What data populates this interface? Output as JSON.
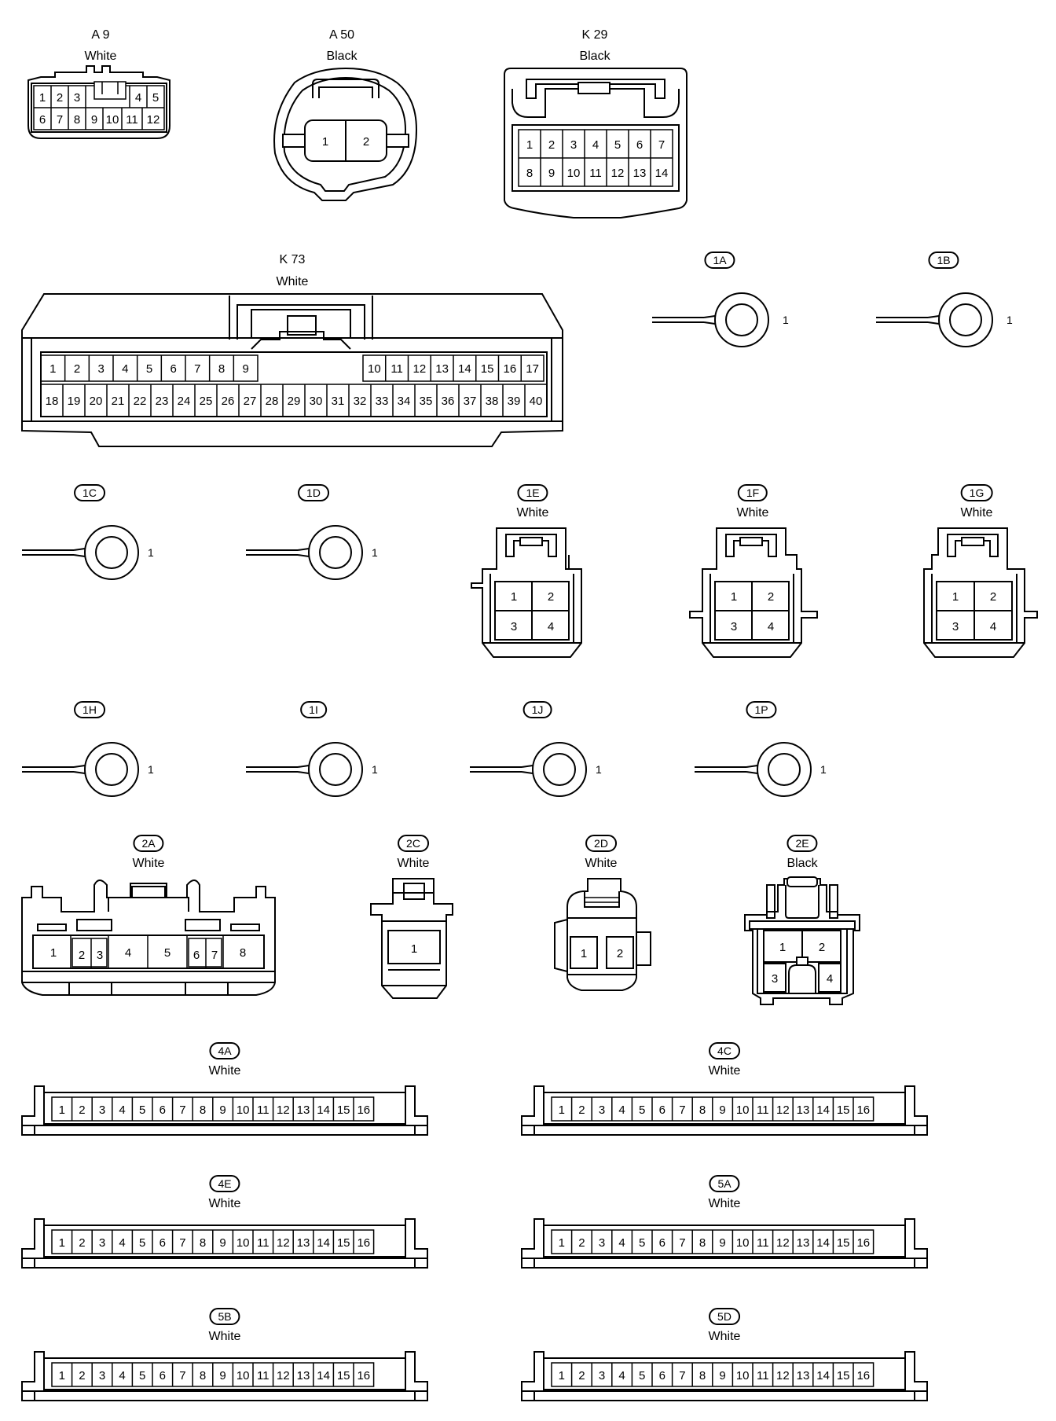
{
  "connectors": {
    "A9": {
      "code": "A 9",
      "color": "White",
      "pins": [
        "1",
        "2",
        "3",
        "4",
        "5",
        "6",
        "7",
        "8",
        "9",
        "10",
        "11",
        "12"
      ]
    },
    "A50": {
      "code": "A 50",
      "color": "Black",
      "pins": [
        "1",
        "2"
      ]
    },
    "K29": {
      "code": "K 29",
      "color": "Black",
      "pins": [
        "1",
        "2",
        "3",
        "4",
        "5",
        "6",
        "7",
        "8",
        "9",
        "10",
        "11",
        "12",
        "13",
        "14"
      ]
    },
    "K73": {
      "code": "K 73",
      "color": "White",
      "pins": [
        "1",
        "2",
        "3",
        "4",
        "5",
        "6",
        "7",
        "8",
        "9",
        "10",
        "11",
        "12",
        "13",
        "14",
        "15",
        "16",
        "17",
        "18",
        "19",
        "20",
        "21",
        "22",
        "23",
        "24",
        "25",
        "26",
        "27",
        "28",
        "29",
        "30",
        "31",
        "32",
        "33",
        "34",
        "35",
        "36",
        "37",
        "38",
        "39",
        "40"
      ]
    },
    "1A": {
      "code": "1A",
      "pin": "1"
    },
    "1B": {
      "code": "1B",
      "pin": "1"
    },
    "1C": {
      "code": "1C",
      "pin": "1"
    },
    "1D": {
      "code": "1D",
      "pin": "1"
    },
    "1E": {
      "code": "1E",
      "color": "White",
      "pins": [
        "1",
        "2",
        "3",
        "4"
      ]
    },
    "1F": {
      "code": "1F",
      "color": "White",
      "pins": [
        "1",
        "2",
        "3",
        "4"
      ]
    },
    "1G": {
      "code": "1G",
      "color": "White",
      "pins": [
        "1",
        "2",
        "3",
        "4"
      ]
    },
    "1H": {
      "code": "1H",
      "pin": "1"
    },
    "1I": {
      "code": "1I",
      "pin": "1"
    },
    "1J": {
      "code": "1J",
      "pin": "1"
    },
    "1P": {
      "code": "1P",
      "pin": "1"
    },
    "2A": {
      "code": "2A",
      "color": "White",
      "pins": [
        "1",
        "2",
        "3",
        "4",
        "5",
        "6",
        "7",
        "8"
      ]
    },
    "2C": {
      "code": "2C",
      "color": "White",
      "pins": [
        "1"
      ]
    },
    "2D": {
      "code": "2D",
      "color": "White",
      "pins": [
        "1",
        "2"
      ]
    },
    "2E": {
      "code": "2E",
      "color": "Black",
      "pins": [
        "1",
        "2",
        "3",
        "4"
      ]
    },
    "4A": {
      "code": "4A",
      "color": "White",
      "pins": [
        "1",
        "2",
        "3",
        "4",
        "5",
        "6",
        "7",
        "8",
        "9",
        "10",
        "11",
        "12",
        "13",
        "14",
        "15",
        "16"
      ]
    },
    "4C": {
      "code": "4C",
      "color": "White",
      "pins": [
        "1",
        "2",
        "3",
        "4",
        "5",
        "6",
        "7",
        "8",
        "9",
        "10",
        "11",
        "12",
        "13",
        "14",
        "15",
        "16"
      ]
    },
    "4E": {
      "code": "4E",
      "color": "White",
      "pins": [
        "1",
        "2",
        "3",
        "4",
        "5",
        "6",
        "7",
        "8",
        "9",
        "10",
        "11",
        "12",
        "13",
        "14",
        "15",
        "16"
      ]
    },
    "5A": {
      "code": "5A",
      "color": "White",
      "pins": [
        "1",
        "2",
        "3",
        "4",
        "5",
        "6",
        "7",
        "8",
        "9",
        "10",
        "11",
        "12",
        "13",
        "14",
        "15",
        "16"
      ]
    },
    "5B": {
      "code": "5B",
      "color": "White",
      "pins": [
        "1",
        "2",
        "3",
        "4",
        "5",
        "6",
        "7",
        "8",
        "9",
        "10",
        "11",
        "12",
        "13",
        "14",
        "15",
        "16"
      ]
    },
    "5D": {
      "code": "5D",
      "color": "White",
      "pins": [
        "1",
        "2",
        "3",
        "4",
        "5",
        "6",
        "7",
        "8",
        "9",
        "10",
        "11",
        "12",
        "13",
        "14",
        "15",
        "16"
      ]
    }
  }
}
